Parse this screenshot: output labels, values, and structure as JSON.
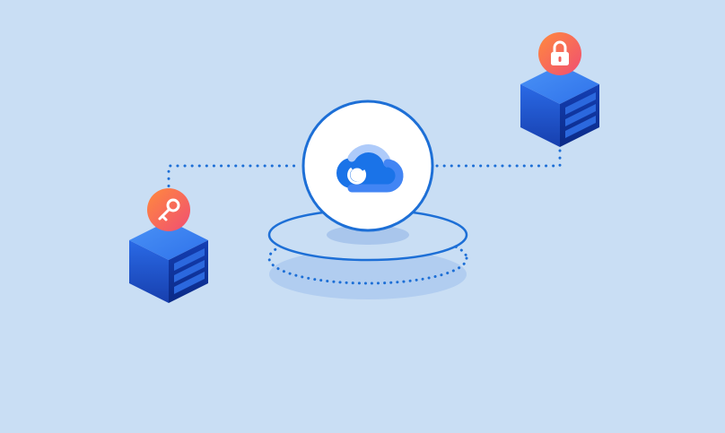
{
  "colors": {
    "background": "#c9def4",
    "connector": "#1d6fd6",
    "server_top": "#3f86f2",
    "server_left": "#1a4fc9",
    "server_right": "#0d2f9b",
    "badge_gradient_start": "#ff8a3d",
    "badge_gradient_end": "#f04e73",
    "cloud_badge_fill": "#ffffff",
    "cloud_badge_stroke": "#1d6fd6",
    "google_blue": "#4285f4",
    "google_blue_dark": "#1a73e8",
    "google_blue_light": "#aecbfa"
  },
  "nodes": [
    {
      "id": "left-server",
      "type": "server",
      "badge_icon": "key-icon"
    },
    {
      "id": "right-server",
      "type": "server",
      "badge_icon": "lock-icon"
    },
    {
      "id": "center-cloud",
      "type": "cloud-badge",
      "icon": "google-cloud-icon",
      "platform": "ring-platform"
    }
  ],
  "edges": [
    {
      "from": "left-server",
      "to": "center-cloud",
      "style": "dotted"
    },
    {
      "from": "center-cloud",
      "to": "right-server",
      "style": "dotted"
    }
  ]
}
